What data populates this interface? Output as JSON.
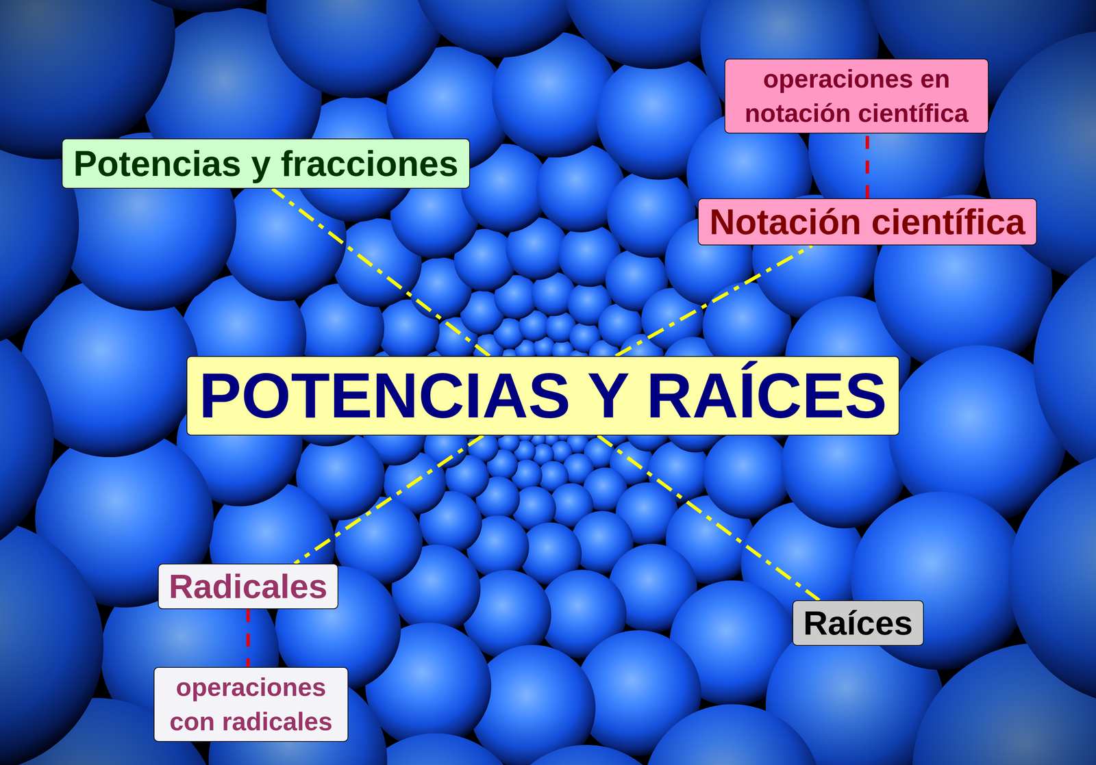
{
  "diagram": {
    "nodes": [
      {
        "text": [
          "operaciones en notación científica"
        ]
      },
      {
        "text": [
          "Potencias y fracciones"
        ]
      },
      {
        "text": [
          "Notación científica"
        ]
      },
      {
        "text": [
          "POTENCIAS Y RAÍCES"
        ]
      },
      {
        "text": [
          "Radicales"
        ]
      },
      {
        "text": [
          "Raíces"
        ]
      },
      {
        "text": [
          "operaciones con radicales"
        ]
      }
    ],
    "edges": [
      {
        "from": 3,
        "to": 1,
        "arrow": "none"
      },
      {
        "from": 3,
        "to": 2,
        "arrow": "none"
      },
      {
        "from": 3,
        "to": 4,
        "arrow": "none"
      },
      {
        "from": 3,
        "to": 5,
        "arrow": "none"
      },
      {
        "from": 2,
        "to": 0,
        "arrow": "none"
      },
      {
        "from": 4,
        "to": 6,
        "arrow": "none"
      }
    ]
  }
}
